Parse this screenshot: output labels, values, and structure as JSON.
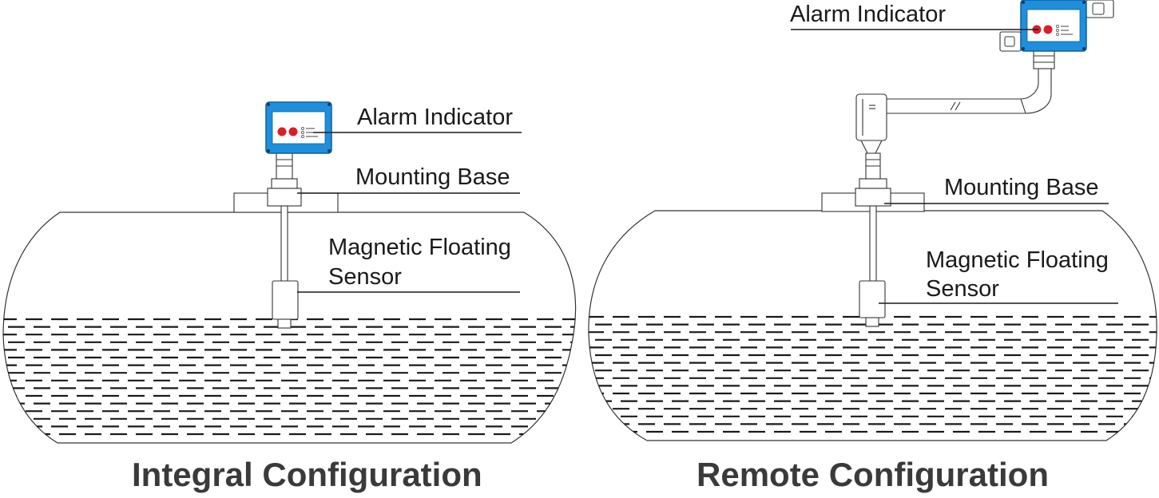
{
  "colors": {
    "indicator_blue": "#1f8fdc",
    "indicator_blue_dark": "#0d5f9c",
    "alarm_light_red": "#d81f26",
    "caption_gray": "#3a3a3a",
    "line_black": "#1a1a1a"
  },
  "integral": {
    "caption": "Integral Configuration",
    "labels": {
      "alarm_indicator": "Alarm Indicator",
      "mounting_base": "Mounting Base",
      "sensor_line1": "Magnetic Floating",
      "sensor_line2": "Sensor"
    }
  },
  "remote": {
    "caption": "Remote Configuration",
    "labels": {
      "alarm_indicator": "Alarm Indicator",
      "mounting_base": "Mounting Base",
      "sensor_line1": "Magnetic Floating",
      "sensor_line2": "Sensor"
    }
  }
}
